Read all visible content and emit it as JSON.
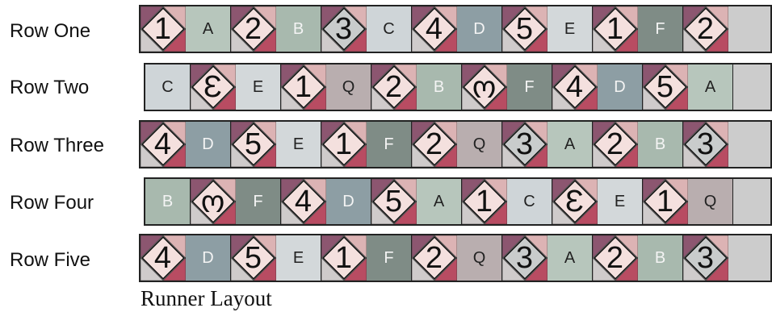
{
  "colors": {
    "A": "#b7c6bc",
    "B": "#a8b9ae",
    "C": "#cfd5d8",
    "D": "#8d9ea4",
    "E": "#d3d8da",
    "F": "#7f8c86",
    "Q": "#b9aeaf",
    "mauve_dark": "#8c5670",
    "rose_dark": "#b84c62",
    "rose_light": "#dcb3b4",
    "grey_light": "#cfcbcb",
    "diamond_pink": "#f4e0de",
    "diamond_grey": "#c9cccc",
    "letter_dark": "#222222",
    "letter_light": "#f4f4f4"
  },
  "rows": [
    {
      "label": "Row One",
      "blocks": [
        "1",
        "A",
        "2",
        "B",
        "3",
        "C",
        "4",
        "D",
        "5",
        "E",
        "1",
        "F",
        "2"
      ]
    },
    {
      "label": "Row Two",
      "blocks": [
        "C",
        "Ɛ",
        "E",
        "1",
        "Q",
        "2",
        "B",
        "ო",
        "F",
        "4",
        "D",
        "5",
        "A"
      ]
    },
    {
      "label": "Row Three",
      "blocks": [
        "4",
        "D",
        "5",
        "E",
        "1",
        "F",
        "2",
        "Q",
        "3",
        "A",
        "2",
        "B",
        "3"
      ]
    },
    {
      "label": "Row Four",
      "blocks": [
        "B",
        "ო",
        "F",
        "4",
        "D",
        "5",
        "A",
        "1",
        "C",
        "Ɛ",
        "E",
        "1",
        "Q"
      ]
    },
    {
      "label": "Row Five",
      "blocks": [
        "4",
        "D",
        "5",
        "E",
        "1",
        "F",
        "2",
        "Q",
        "3",
        "A",
        "2",
        "B",
        "3"
      ]
    }
  ],
  "caption": "Runner Layout"
}
